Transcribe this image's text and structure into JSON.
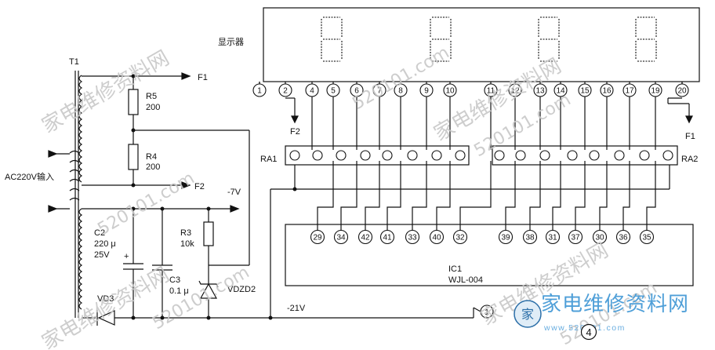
{
  "display": {
    "label": "显示器"
  },
  "display_pins": [
    "1",
    "2",
    "4",
    "5",
    "6",
    "7",
    "8",
    "9",
    "10",
    "11",
    "12",
    "13",
    "14",
    "15",
    "16",
    "17",
    "19",
    "20"
  ],
  "ic_pins": [
    "29",
    "34",
    "42",
    "41",
    "33",
    "40",
    "32",
    "39",
    "38",
    "31",
    "37",
    "30",
    "36",
    "35"
  ],
  "ic": {
    "ref": "IC1",
    "part": "WJL-004",
    "pin1": "1"
  },
  "labels": {
    "T1": "T1",
    "input": "AC220V输入",
    "F1_out": "F1",
    "F2_out": "F2",
    "F2_disp": "F2",
    "F1_disp": "F1",
    "neg7": "-7V",
    "neg21": "-21V",
    "RA1": "RA1",
    "RA2": "RA2",
    "R5": "R5",
    "R5_val": "200",
    "R4": "R4",
    "R4_val": "200",
    "C2": "C2",
    "C2_val1": "220 μ",
    "C2_val2": "25V",
    "R3": "R3",
    "R3_val": "10k",
    "C3": "C3",
    "C3_val": "0.1 μ",
    "VD3": "VD3",
    "VDZD2": "VDZD2"
  },
  "figure_number": "4",
  "watermarks": {
    "site": "520101.com",
    "brand": "家电维修资料网",
    "logo_brand": "家电维修资料网",
    "logo_url": "www.520101.com"
  }
}
